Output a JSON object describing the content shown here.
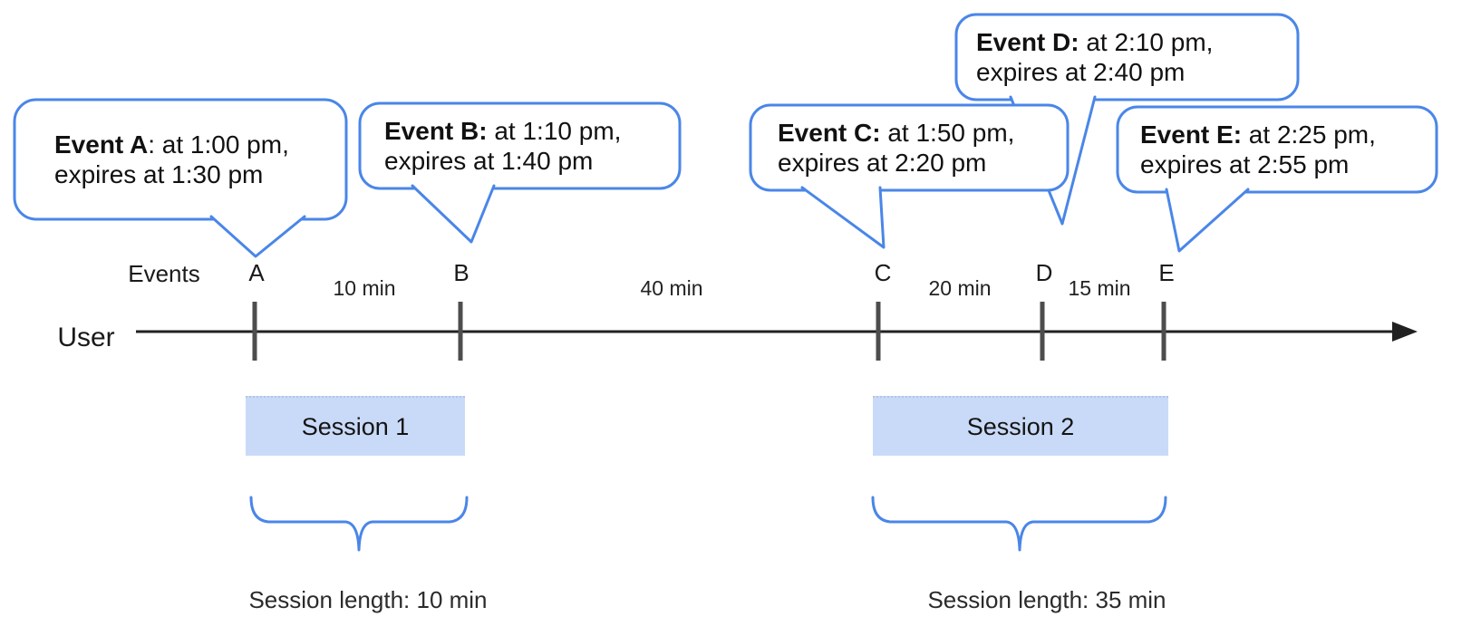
{
  "bubbles": {
    "a": {
      "bold": "Event A",
      "rest": ": at 1:00 pm,",
      "line2": "expires at 1:30 pm"
    },
    "b": {
      "bold": "Event B:",
      "rest": " at 1:10 pm,",
      "line2": "expires at 1:40 pm"
    },
    "c": {
      "bold": "Event C:",
      "rest": " at 1:50 pm,",
      "line2": "expires at 2:20 pm"
    },
    "d": {
      "bold": "Event D:",
      "rest": " at 2:10 pm,",
      "line2": "expires at 2:40 pm"
    },
    "e": {
      "bold": "Event E:",
      "rest": " at 2:25 pm,",
      "line2": "expires at 2:55 pm"
    }
  },
  "timeline": {
    "user_label": "User",
    "events_label": "Events",
    "ticks": [
      "A",
      "B",
      "C",
      "D",
      "E"
    ],
    "intervals": [
      "10 min",
      "40 min",
      "20 min",
      "15 min"
    ]
  },
  "sessions": [
    {
      "label": "Session 1",
      "length_label": "Session length: 10 min"
    },
    {
      "label": "Session 2",
      "length_label": "Session length: 35 min"
    }
  ],
  "colors": {
    "bubble_border": "#4a86e8",
    "brace": "#4a86e8",
    "session_fill": "#c9daf8",
    "tick": "#4d4d4d",
    "line": "#212121",
    "background": "#ffffff"
  }
}
